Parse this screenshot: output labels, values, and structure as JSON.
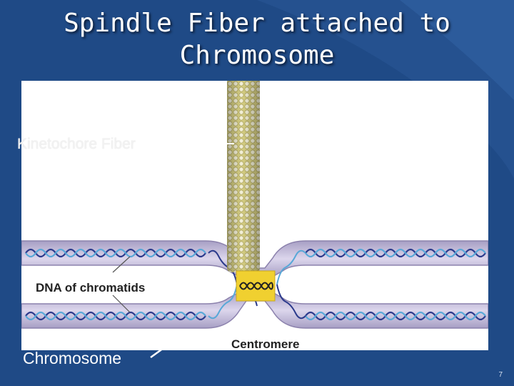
{
  "slide": {
    "title_line1": "Spindle Fiber attached to",
    "title_line2": "Chromosome",
    "page_number": "7"
  },
  "diagram": {
    "label_kinetochore_fiber": "Kinetochore Fiber",
    "label_dna": "DNA of chromatids",
    "label_centromere": "Centromere",
    "label_chromosome": "Chromosome"
  },
  "colors": {
    "background": "#1f4a86",
    "chromatid": "#c7bfdc",
    "fiber": "#d8d184",
    "centromere": "#f0d030",
    "dna_dark": "#2b3a8c",
    "dna_light": "#58a8d8"
  }
}
